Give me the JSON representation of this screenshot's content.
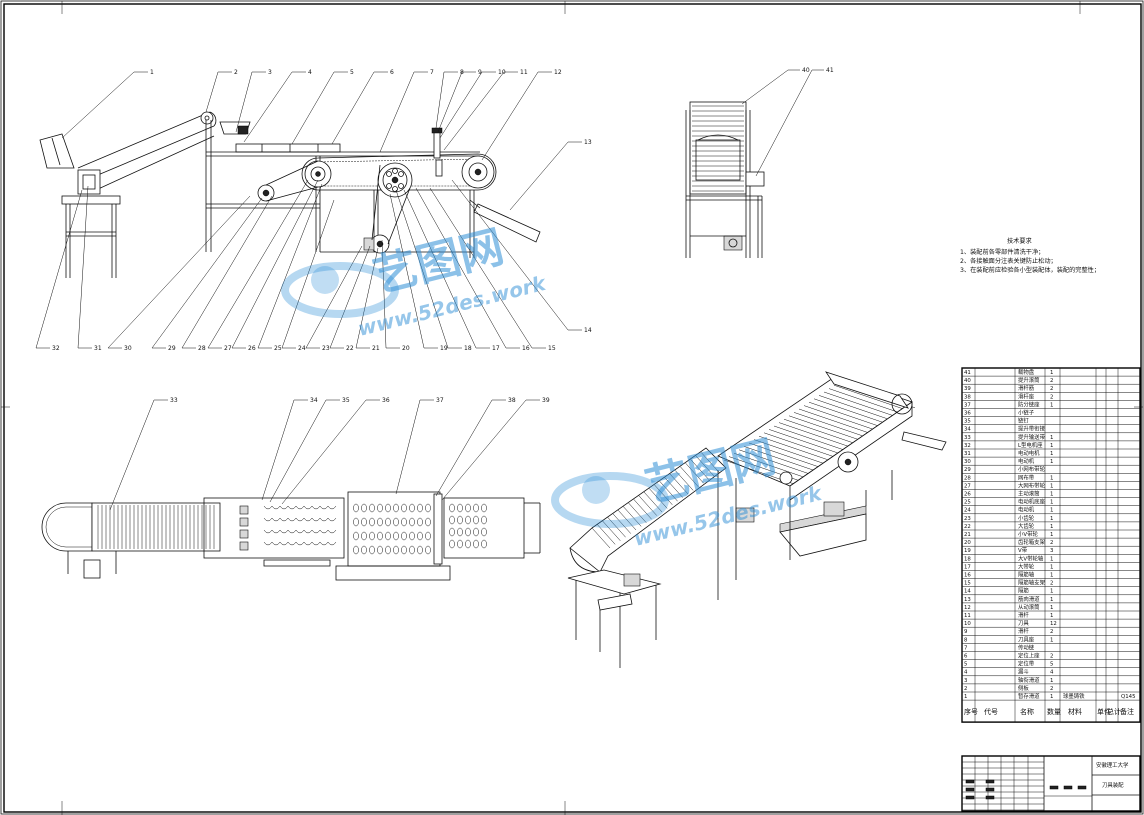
{
  "tech_requirements": {
    "title": "技术要求",
    "lines": [
      "1、装配前各零部件清洗干净；",
      "2、各接触面分注表关键防止松动；",
      "3、在装配前应检验各小型装配体，装配的完整性；"
    ]
  },
  "watermark": {
    "brand": "艺图网",
    "url": "www.52des.work"
  },
  "balloons_front": [
    "1",
    "2",
    "3",
    "4",
    "5",
    "6",
    "7",
    "8",
    "9",
    "10",
    "11",
    "12",
    "13",
    "14",
    "15",
    "16",
    "17",
    "18",
    "19",
    "20",
    "21",
    "22",
    "23",
    "24",
    "25",
    "26",
    "27",
    "28",
    "29",
    "30",
    "31",
    "32"
  ],
  "balloons_top": [
    "33",
    "34",
    "35",
    "36",
    "37",
    "38",
    "39"
  ],
  "balloons_side": [
    "40",
    "41"
  ],
  "bom_rows": [
    {
      "no": "41",
      "name": "载物盘",
      "qty": "1",
      "mat": "",
      "note": ""
    },
    {
      "no": "40",
      "name": "提升滚筒",
      "qty": "2",
      "mat": "",
      "note": ""
    },
    {
      "no": "39",
      "name": "滑杆筋",
      "qty": "2",
      "mat": "",
      "note": ""
    },
    {
      "no": "38",
      "name": "滑杆座",
      "qty": "2",
      "mat": "",
      "note": ""
    },
    {
      "no": "37",
      "name": "防分链座",
      "qty": "1",
      "mat": "",
      "note": ""
    },
    {
      "no": "36",
      "name": "小链子",
      "qty": "",
      "mat": "",
      "note": ""
    },
    {
      "no": "35",
      "name": "链钉",
      "qty": "",
      "mat": "",
      "note": ""
    },
    {
      "no": "34",
      "name": "提升带衔接",
      "qty": "",
      "mat": "",
      "note": ""
    },
    {
      "no": "33",
      "name": "提升输送带",
      "qty": "1",
      "mat": "",
      "note": ""
    },
    {
      "no": "32",
      "name": "L型电机座",
      "qty": "1",
      "mat": "",
      "note": ""
    },
    {
      "no": "31",
      "name": "电动电机",
      "qty": "1",
      "mat": "",
      "note": ""
    },
    {
      "no": "30",
      "name": "电动机",
      "qty": "1",
      "mat": "",
      "note": ""
    },
    {
      "no": "29",
      "name": "小网布带轮",
      "qty": "",
      "mat": "",
      "note": ""
    },
    {
      "no": "28",
      "name": "网布带",
      "qty": "1",
      "mat": "",
      "note": ""
    },
    {
      "no": "27",
      "name": "大网布带轮",
      "qty": "1",
      "mat": "",
      "note": ""
    },
    {
      "no": "26",
      "name": "主动滚筒",
      "qty": "1",
      "mat": "",
      "note": ""
    },
    {
      "no": "25",
      "name": "电动机底座",
      "qty": "1",
      "mat": "",
      "note": ""
    },
    {
      "no": "24",
      "name": "电动机",
      "qty": "1",
      "mat": "",
      "note": ""
    },
    {
      "no": "23",
      "name": "小齿轮",
      "qty": "1",
      "mat": "",
      "note": ""
    },
    {
      "no": "22",
      "name": "大齿轮",
      "qty": "1",
      "mat": "",
      "note": ""
    },
    {
      "no": "21",
      "name": "小V带轮",
      "qty": "1",
      "mat": "",
      "note": ""
    },
    {
      "no": "20",
      "name": "齿轮箱支架",
      "qty": "2",
      "mat": "",
      "note": ""
    },
    {
      "no": "19",
      "name": "V带",
      "qty": "3",
      "mat": "",
      "note": ""
    },
    {
      "no": "18",
      "name": "大V带轮轴",
      "qty": "1",
      "mat": "",
      "note": ""
    },
    {
      "no": "17",
      "name": "大带轮",
      "qty": "1",
      "mat": "",
      "note": ""
    },
    {
      "no": "16",
      "name": "隔筋轴",
      "qty": "1",
      "mat": "",
      "note": ""
    },
    {
      "no": "15",
      "name": "隔筋轴支架",
      "qty": "2",
      "mat": "",
      "note": ""
    },
    {
      "no": "14",
      "name": "隔筋",
      "qty": "1",
      "mat": "",
      "note": ""
    },
    {
      "no": "13",
      "name": "筋肉滑道",
      "qty": "1",
      "mat": "",
      "note": ""
    },
    {
      "no": "12",
      "name": "从动滚筒",
      "qty": "1",
      "mat": "",
      "note": ""
    },
    {
      "no": "11",
      "name": "滑杆",
      "qty": "1",
      "mat": "",
      "note": ""
    },
    {
      "no": "10",
      "name": "刀具",
      "qty": "12",
      "mat": "",
      "note": ""
    },
    {
      "no": "9",
      "name": "滑杆",
      "qty": "2",
      "mat": "",
      "note": ""
    },
    {
      "no": "8",
      "name": "刀具座",
      "qty": "1",
      "mat": "",
      "note": ""
    },
    {
      "no": "7",
      "name": "传动链",
      "qty": "",
      "mat": "",
      "note": ""
    },
    {
      "no": "6",
      "name": "定位上座",
      "qty": "2",
      "mat": "",
      "note": ""
    },
    {
      "no": "5",
      "name": "定位带",
      "qty": "5",
      "mat": "",
      "note": ""
    },
    {
      "no": "4",
      "name": "漏斗",
      "qty": "4",
      "mat": "",
      "note": ""
    },
    {
      "no": "3",
      "name": "轴衔滑道",
      "qty": "1",
      "mat": "",
      "note": ""
    },
    {
      "no": "2",
      "name": "侧板",
      "qty": "2",
      "mat": "",
      "note": ""
    },
    {
      "no": "1",
      "name": "暂存滑道",
      "qty": "1",
      "mat": "",
      "note": ""
    }
  ],
  "bom_extra": {
    "row1_material": "球墨铸铁",
    "row1_note": "Q145"
  },
  "bom_header": {
    "no": "序号",
    "code": "代号",
    "name": "名称",
    "qty": "数量",
    "mat": "材料",
    "unit": "单件",
    "total": "总计",
    "note": "备注"
  },
  "title_block": {
    "school": "安徽理工大学",
    "drawing": "刀具装配"
  }
}
